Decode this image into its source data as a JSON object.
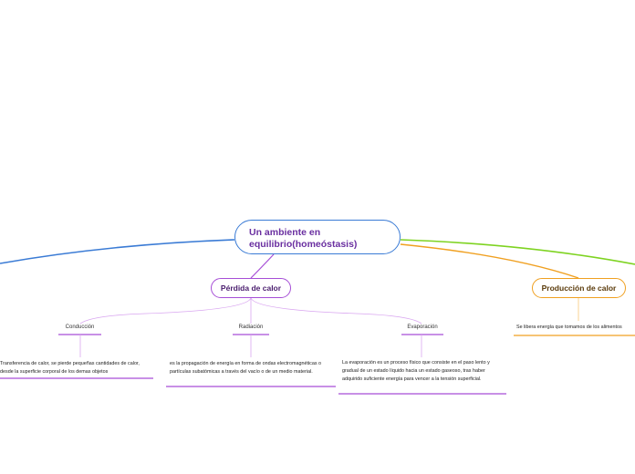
{
  "central": {
    "text": "Un ambiente en equilibrio(homeóstasis)"
  },
  "topics": {
    "perdida": "Pérdida de calor",
    "produccion": "Producción de calor"
  },
  "subtopics": {
    "conduccion": "Conducción",
    "radiacion": "Radiación",
    "evaporacion": "Evaporación"
  },
  "notes": {
    "conduccion": "Transferencia de calor, se pierde pequeñas cantidades de calor, desde la superficie corporal de los demas objetos",
    "radiacion": "es la propagación de energía en forma de ondas electromagnéticas o partículas subatómicas a través del vacío o de un medio material.",
    "evaporacion": "La evaporación es un proceso físico que consiste en el paso lento y gradual de un estado líquido hacia un estado gaseoso, tras haber adquirido suficiente energía para vencer a la tensión superficial.",
    "produccion": "Se libera energía que tomamos de los alimentos"
  },
  "colors": {
    "blue": "#3a7bd5",
    "green": "#7ed321",
    "orange": "#f0a020",
    "purple": "#a64ed6"
  }
}
